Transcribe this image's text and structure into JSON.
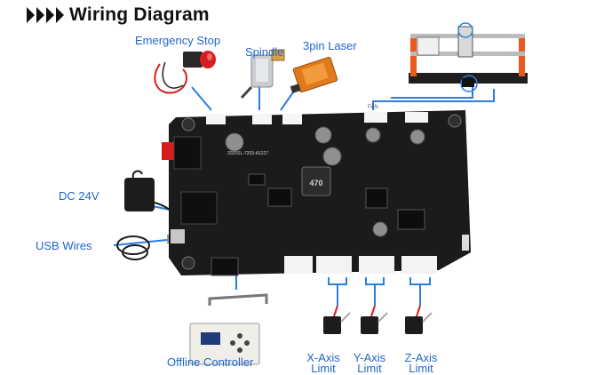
{
  "title": "Wiring Diagram",
  "labels": {
    "emergency_stop": "Emergency Stop",
    "spindle": "Spindle",
    "laser": "3pin Laser",
    "dc": "DC 24V",
    "usb": "USB Wires",
    "offline": "Offline Controller",
    "x_limit": [
      "X-Axis",
      "Limit"
    ],
    "y_limit": [
      "Y-Axis",
      "Limit"
    ],
    "z_limit": [
      "Z-Axis",
      "Limit"
    ]
  },
  "board_text": {
    "inductor": "470",
    "pcb_code": "2020SL-7203-A1227",
    "fan": "FAN"
  },
  "colors": {
    "accent": "#1f66c9",
    "wire": "#2a7de1",
    "pcb": "#1b1b1b",
    "estop_red": "#d51f1f",
    "laser_orange": "#e07a1b",
    "frame_orange": "#e85a1d"
  }
}
